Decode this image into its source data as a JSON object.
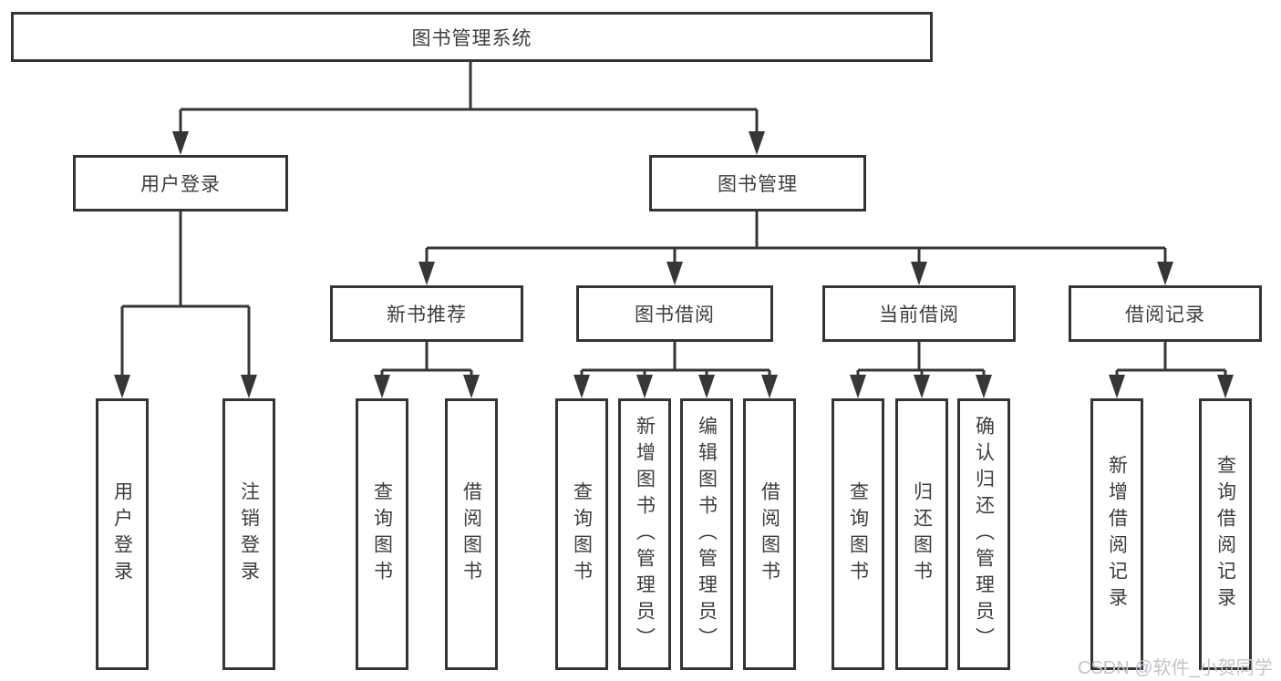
{
  "tree": {
    "label": "图书管理系统",
    "children": [
      {
        "label": "用户登录",
        "children": [
          {
            "label": "用户登录"
          },
          {
            "label": "注销登录"
          }
        ]
      },
      {
        "label": "图书管理",
        "children": [
          {
            "label": "新书推荐",
            "children": [
              {
                "label": "查询图书"
              },
              {
                "label": "借阅图书"
              }
            ]
          },
          {
            "label": "图书借阅",
            "children": [
              {
                "label": "查询图书"
              },
              {
                "label": "新增图书（管理员）"
              },
              {
                "label": "编辑图书（管理员）"
              },
              {
                "label": "借阅图书"
              }
            ]
          },
          {
            "label": "当前借阅",
            "children": [
              {
                "label": "查询图书"
              },
              {
                "label": "归还图书"
              },
              {
                "label": "确认归还（管理员）"
              }
            ]
          },
          {
            "label": "借阅记录",
            "children": [
              {
                "label": "新增借阅记录"
              },
              {
                "label": "查询借阅记录"
              }
            ]
          }
        ]
      }
    ]
  },
  "watermark": {
    "text": "CSDN @软件_小贺同学",
    "color": "#c4c4ca"
  },
  "colors": {
    "line": "#363636",
    "node_border": "#343434",
    "text": "#3d3d3d",
    "background": "#ffffff"
  }
}
